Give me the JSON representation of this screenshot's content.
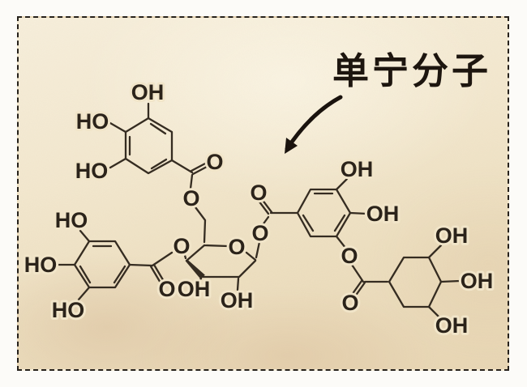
{
  "title": "单宁分子",
  "colors": {
    "page": "#fcfbf8",
    "paper_light": "#f7efdc",
    "paper_dark": "#e8d6b4",
    "border_ink": "#26211b",
    "bond_ink": "#352c21",
    "title_ink": "#17100a"
  },
  "molecule": {
    "labels": [
      {
        "id": "galloyl1-oh-top",
        "text": "OH"
      },
      {
        "id": "galloyl1-ho-upper",
        "text": "HO"
      },
      {
        "id": "galloyl1-ho-lower",
        "text": "HO"
      },
      {
        "id": "galloyl1-carbonyl-o",
        "text": "O"
      },
      {
        "id": "galloyl1-ester-o",
        "text": "O"
      },
      {
        "id": "sugar-ring-o",
        "text": "O"
      },
      {
        "id": "sugar-c4-ester-o",
        "text": "O"
      },
      {
        "id": "galloyl2-carbonyl-o",
        "text": "O"
      },
      {
        "id": "sugar-c3-oh",
        "text": "OH"
      },
      {
        "id": "sugar-c2-oh",
        "text": "OH"
      },
      {
        "id": "galloyl2-ho-top",
        "text": "HO"
      },
      {
        "id": "galloyl2-ho-left",
        "text": "HO"
      },
      {
        "id": "galloyl2-ho-bottom",
        "text": "HO"
      },
      {
        "id": "galloyl3-carbonyl-o",
        "text": "O"
      },
      {
        "id": "galloyl3-ester-o",
        "text": "O"
      },
      {
        "id": "galloyl3-oh-top",
        "text": "OH"
      },
      {
        "id": "galloyl3-oh-right",
        "text": "OH"
      },
      {
        "id": "galloyl3-o-bottom",
        "text": "O"
      },
      {
        "id": "cyclohexyl-carbonyl-o",
        "text": "O"
      },
      {
        "id": "cyclohexyl-oh-top",
        "text": "OH"
      },
      {
        "id": "cyclohexyl-oh-right",
        "text": "OH"
      },
      {
        "id": "cyclohexyl-oh-bottom",
        "text": "OH"
      }
    ]
  }
}
